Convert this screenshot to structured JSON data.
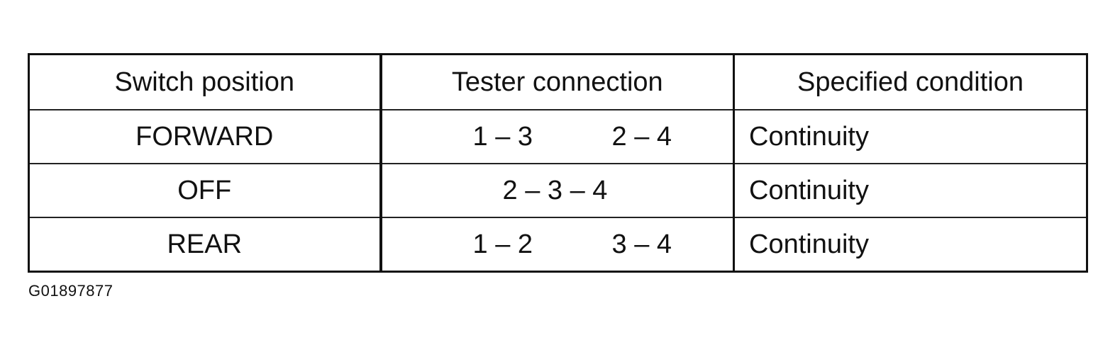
{
  "table": {
    "headers": [
      "Switch position",
      "Tester connection",
      "Specified condition"
    ],
    "rows": [
      {
        "position": "FORWARD",
        "connections": [
          "1 – 3",
          "2 – 4"
        ],
        "condition": "Continuity"
      },
      {
        "position": "OFF",
        "connections": [
          "2 – 3 – 4"
        ],
        "condition": "Continuity"
      },
      {
        "position": "REAR",
        "connections": [
          "1 – 2",
          "3 – 4"
        ],
        "condition": "Continuity"
      }
    ]
  },
  "figure_code": "G01897877"
}
